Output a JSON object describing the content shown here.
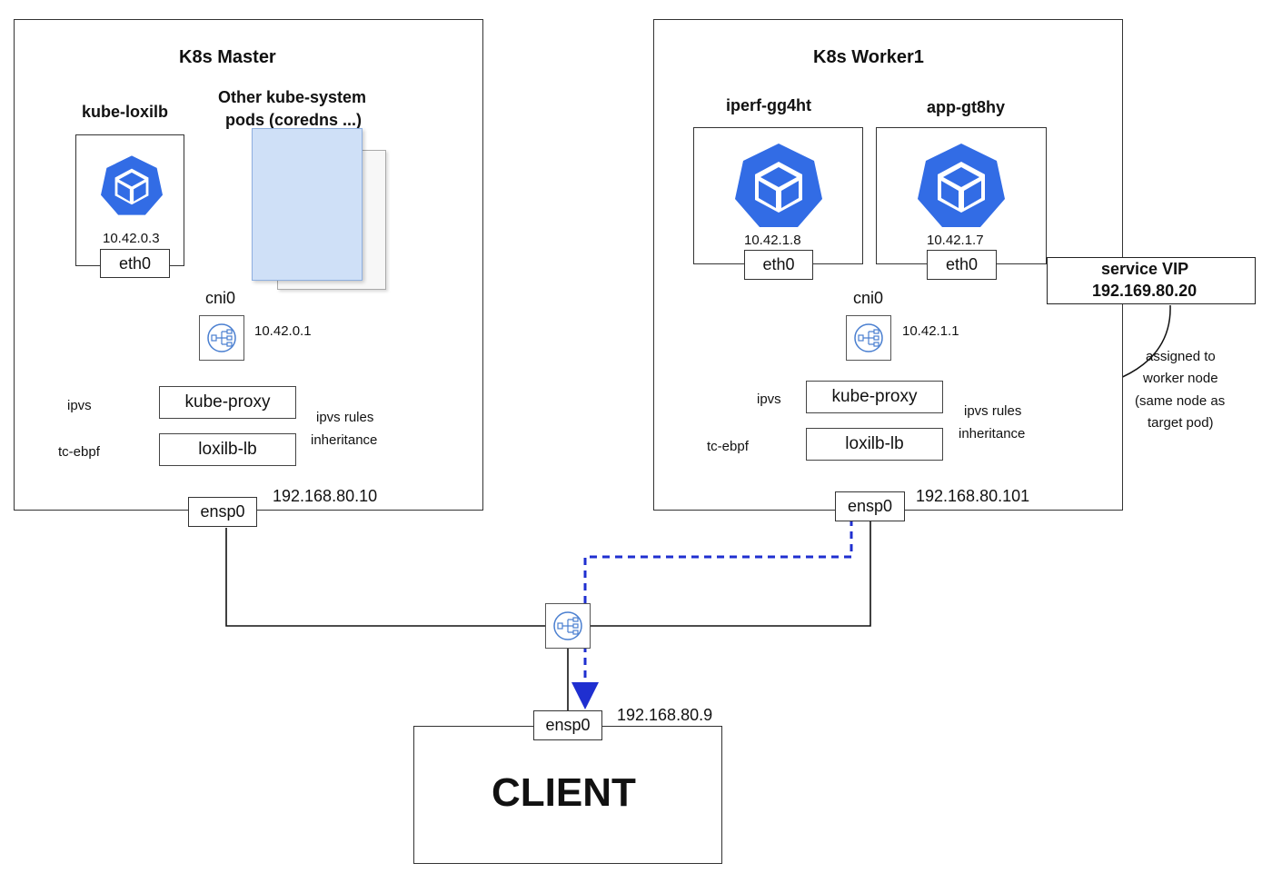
{
  "master": {
    "title": "K8s Master",
    "pod_loxilb": {
      "title": "kube-loxilb",
      "ip": "10.42.0.3",
      "iface": "eth0"
    },
    "other_pods_title_line1": "Other kube-system",
    "other_pods_title_line2": "pods (coredns ...)",
    "cni": {
      "label": "cni0",
      "ip": "10.42.0.1"
    },
    "ipvs_label": "ipvs",
    "tc_label": "tc-ebpf",
    "kube_proxy": "kube-proxy",
    "loxilb_lb": "loxilb-lb",
    "rules_line1": "ipvs rules",
    "rules_line2": "inheritance",
    "nic": "ensp0",
    "nic_ip": "192.168.80.10"
  },
  "worker": {
    "title": "K8s Worker1",
    "pod1": {
      "title": "iperf-gg4ht",
      "ip": "10.42.1.8",
      "iface": "eth0"
    },
    "pod2": {
      "title": "app-gt8hy",
      "ip": "10.42.1.7",
      "iface": "eth0"
    },
    "cni": {
      "label": "cni0",
      "ip": "10.42.1.1"
    },
    "ipvs_label": "ipvs",
    "tc_label": "tc-ebpf",
    "kube_proxy": "kube-proxy",
    "loxilb_lb": "loxilb-lb",
    "rules_line1": "ipvs rules",
    "rules_line2": "inheritance",
    "nic": "ensp0",
    "nic_ip": "192.168.80.101"
  },
  "vip": {
    "line1": "service VIP",
    "line2": "192.169.80.20",
    "note_lines": [
      "assigned to",
      "worker node",
      "(same node as",
      "target pod)"
    ]
  },
  "client": {
    "label": "CLIENT",
    "nic": "ensp0",
    "nic_ip": "192.168.80.9"
  },
  "colors": {
    "k8s_blue": "#326ce5",
    "flow_blue": "#1f2fd0",
    "pod_fill": "#cfe0f7",
    "pod_border": "#8fb0e0"
  }
}
